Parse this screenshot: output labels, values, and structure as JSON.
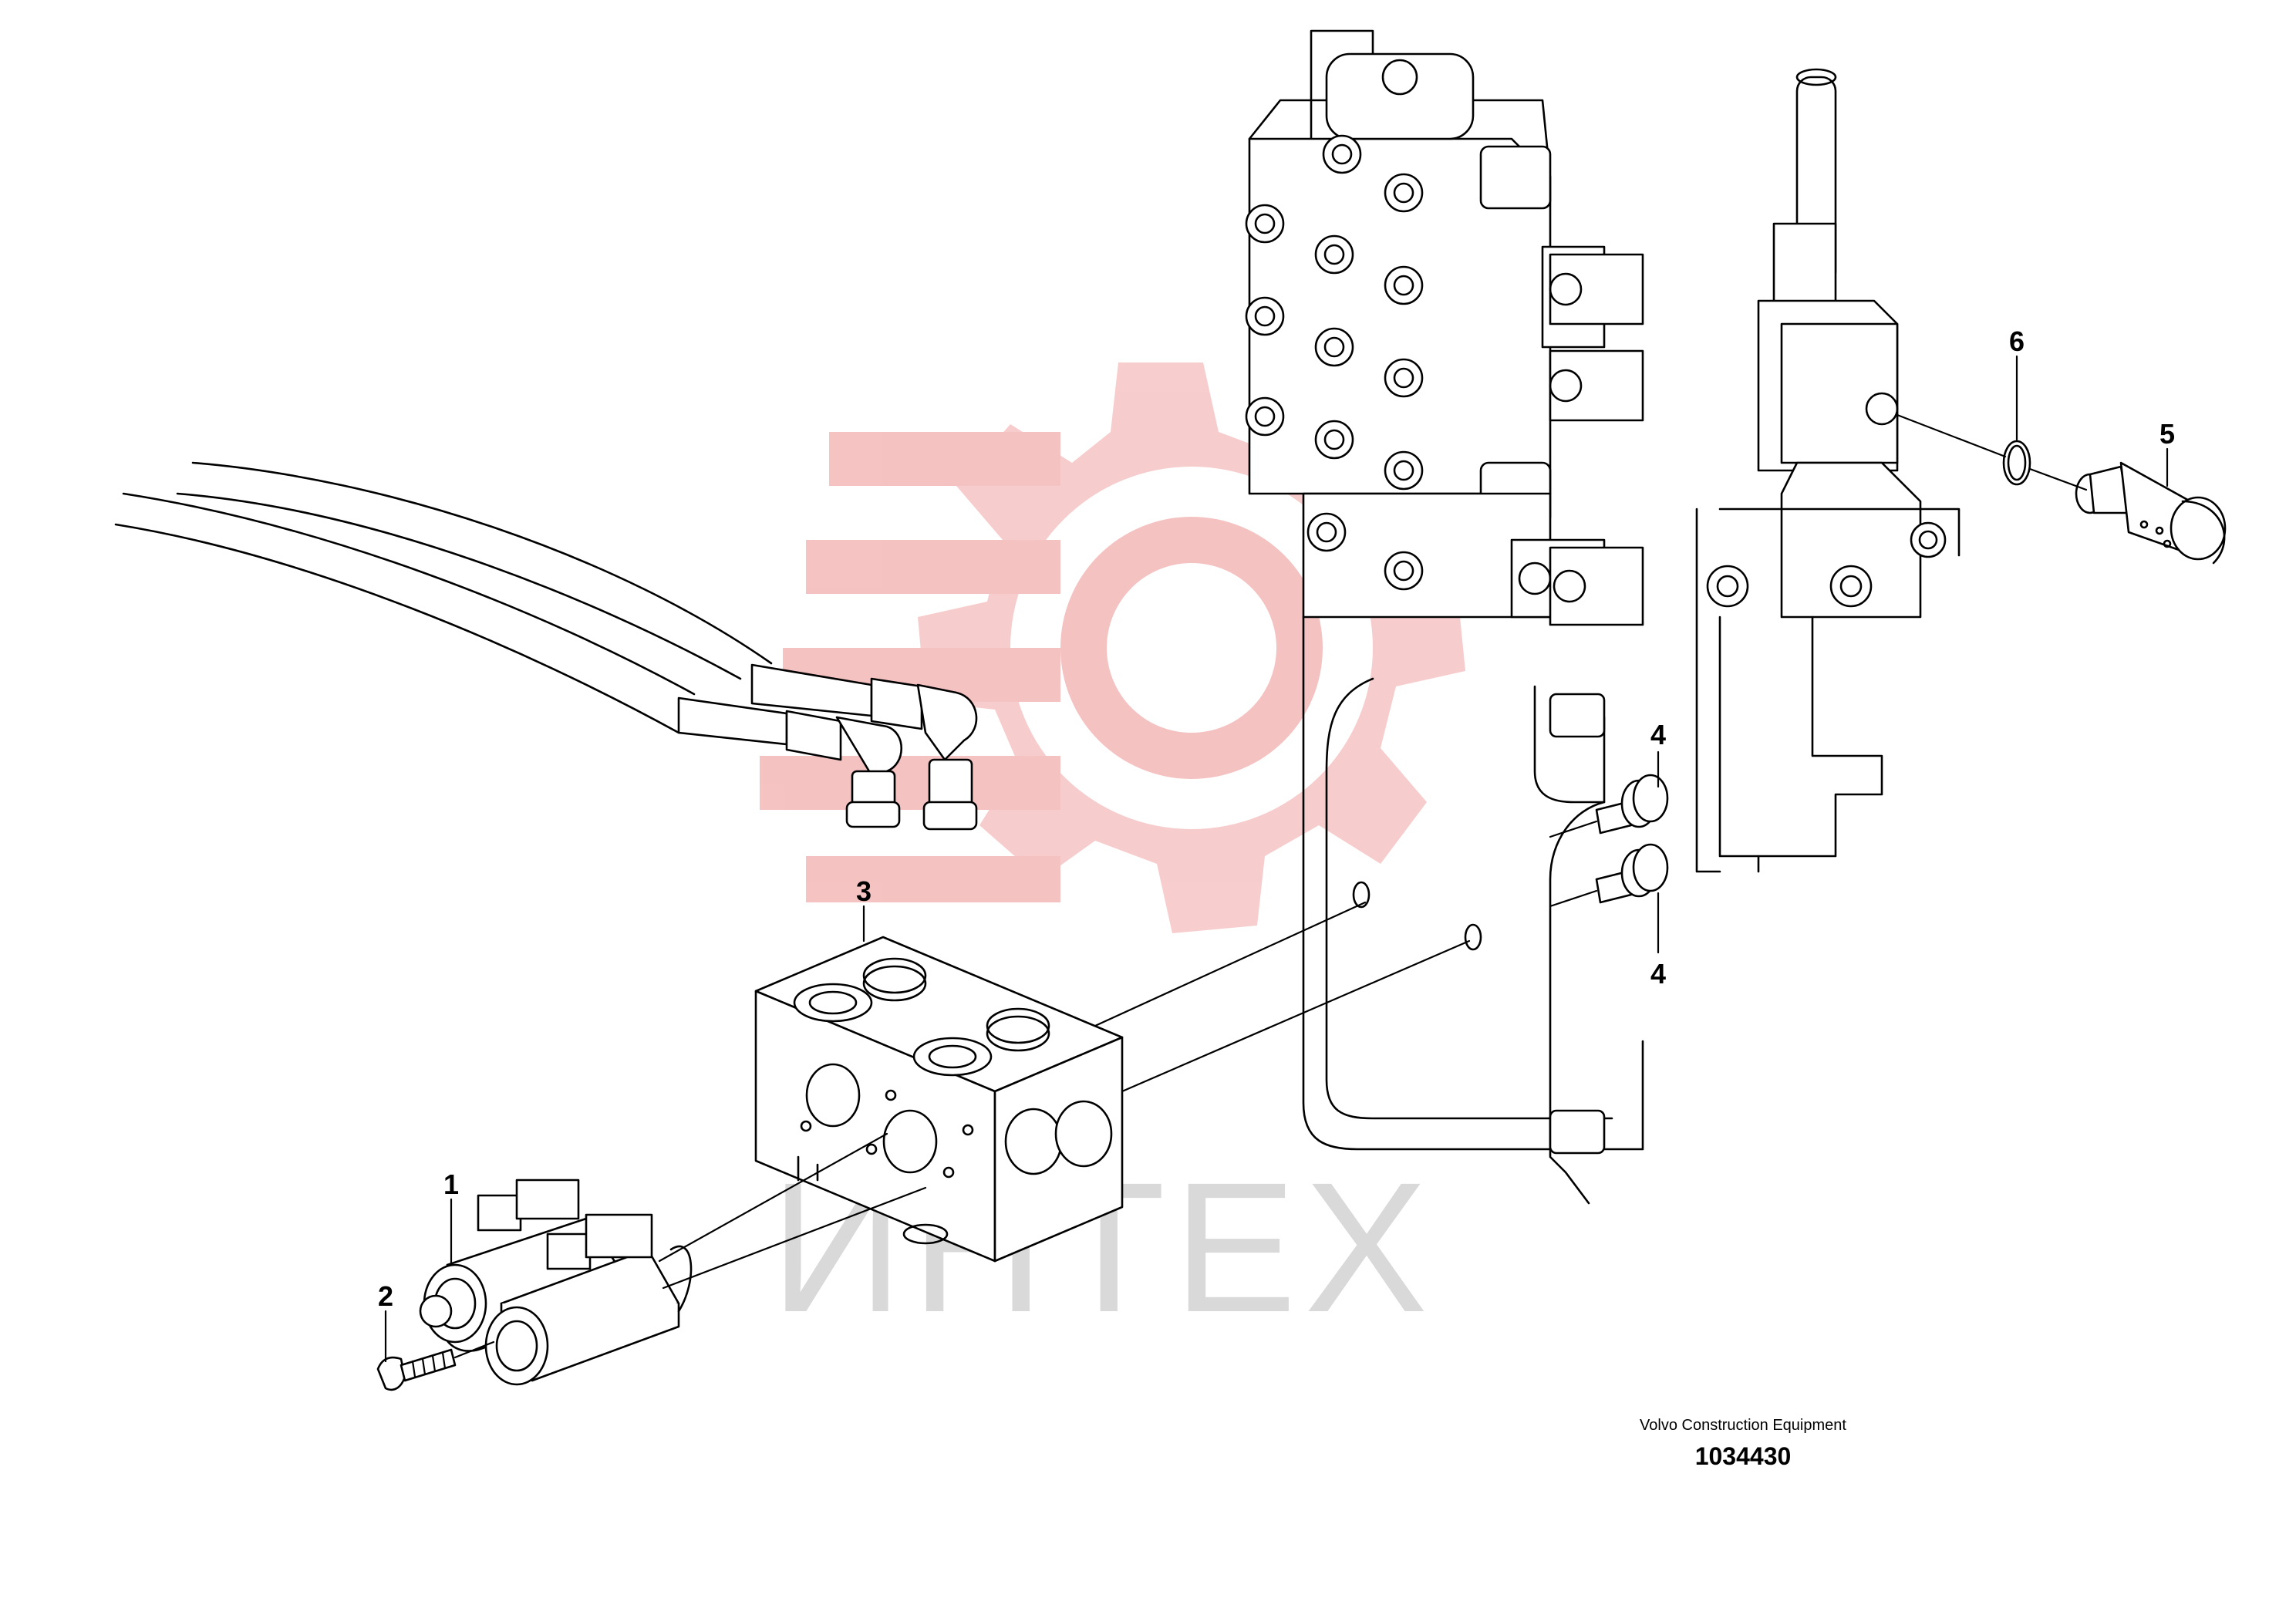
{
  "callouts": [
    {
      "id": "1",
      "text": "1"
    },
    {
      "id": "2",
      "text": "2"
    },
    {
      "id": "3",
      "text": "3"
    },
    {
      "id": "4a",
      "text": "4"
    },
    {
      "id": "4b",
      "text": "4"
    },
    {
      "id": "5",
      "text": "5"
    },
    {
      "id": "6",
      "text": "6"
    }
  ],
  "watermark": {
    "text": "ИНТЕХ",
    "gear_color": "#f4b8b8",
    "text_color": "#d9d9d9"
  },
  "caption": {
    "manufacturer": "Volvo Construction Equipment",
    "drawing_number": "1034430"
  }
}
